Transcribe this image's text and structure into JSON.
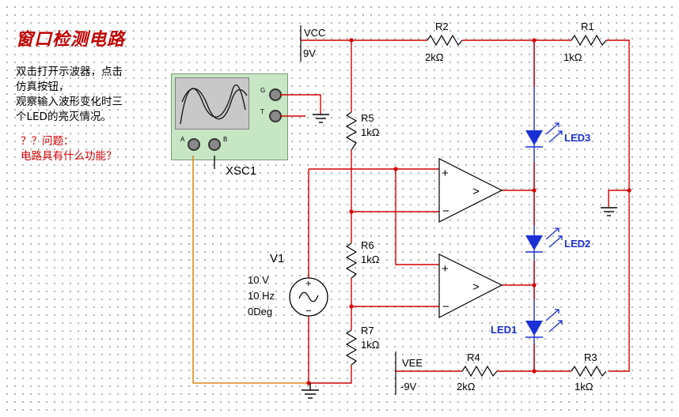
{
  "title": "窗口检测电路",
  "description": [
    "双击打开示波器，点击",
    "仿真按钮，",
    "观察输入波形变化时三",
    "个LED的亮灭情况。"
  ],
  "question": [
    "？？问题：",
    "电路具有什么功能？"
  ],
  "oscilloscope": {
    "name": "XSC1",
    "terminals": {
      "G": "G",
      "T": "T",
      "A": "A",
      "B": "B"
    }
  },
  "supplies": {
    "vcc": {
      "name": "VCC",
      "value": "9V"
    },
    "vee": {
      "name": "VEE",
      "value": "-9V"
    }
  },
  "source": {
    "name": "V1",
    "amplitude": "10 V",
    "frequency": "10 Hz",
    "phase": "0Deg",
    "plus": "+",
    "minus": "−"
  },
  "resistors": {
    "r1": {
      "name": "R1",
      "value": "1kΩ"
    },
    "r2": {
      "name": "R2",
      "value": "2kΩ"
    },
    "r3": {
      "name": "R3",
      "value": "1kΩ"
    },
    "r4": {
      "name": "R4",
      "value": "2kΩ"
    },
    "r5": {
      "name": "R5",
      "value": "1kΩ"
    },
    "r6": {
      "name": "R6",
      "value": "1kΩ"
    },
    "r7": {
      "name": "R7",
      "value": "1kΩ"
    }
  },
  "leds": {
    "led1": "LED1",
    "led2": "LED2",
    "led3": "LED3"
  },
  "opamp_symbols": {
    "plus": "+",
    "minus": "−",
    "gt": ">"
  },
  "colors": {
    "wire": "#d40000",
    "led_wire": "#1a2fd6",
    "scope_wire": "#e08a1e",
    "title": "#c00000",
    "scope_body": "#c6e6c4"
  }
}
